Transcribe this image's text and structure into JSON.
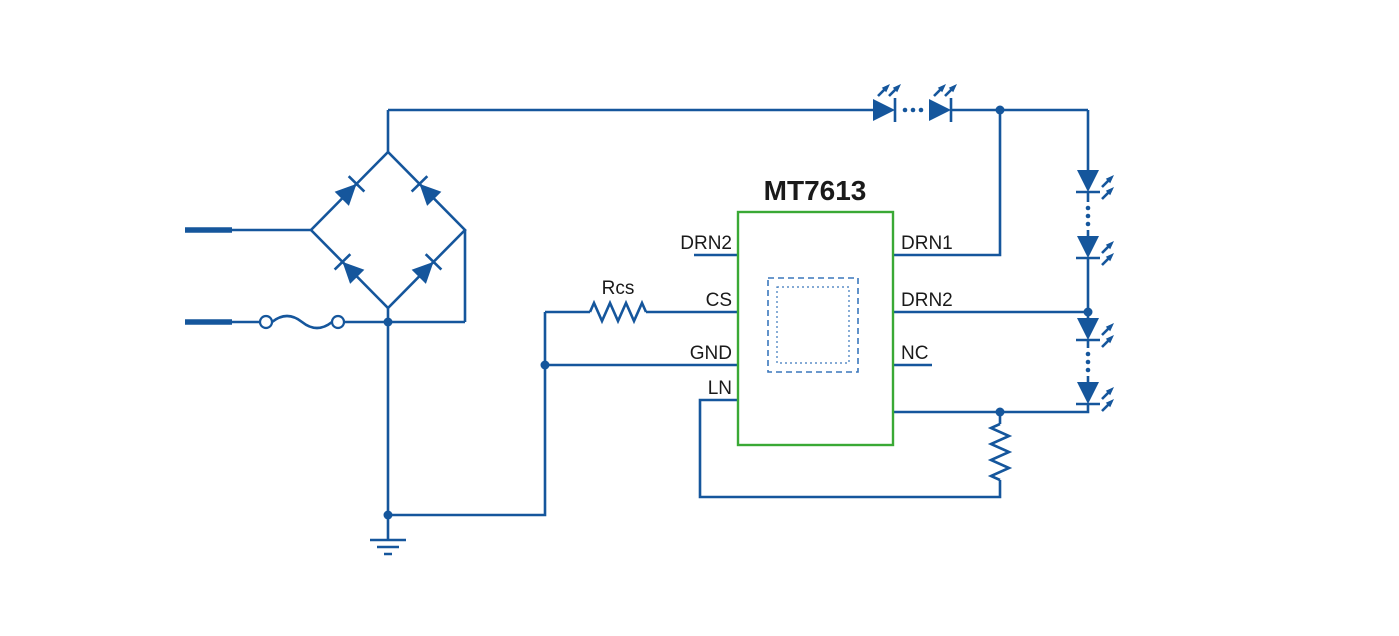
{
  "diagram": {
    "title": "MT7613",
    "ic": {
      "left_pins": [
        "DRN2",
        "CS",
        "GND",
        "LN"
      ],
      "right_pins": [
        "DRN1",
        "DRN2",
        "NC"
      ]
    },
    "labels": {
      "rcs": "Rcs"
    },
    "symbols": {
      "bridge": "diode-bridge-rectifier",
      "fuse": "fuse",
      "ground": "earth-ground",
      "top_leds": "led-series-horizontal",
      "right_leds": "led-series-vertical",
      "rcs": "current-sense-resistor",
      "ln_resistor": "resistor",
      "ic_pad": "dashed-pad-outline"
    },
    "colors": {
      "wire": "#15569c",
      "ic_border": "#3aa935",
      "dashed_box": "#3a77bc",
      "text": "#1a1a1a",
      "background": "#ffffff"
    }
  }
}
